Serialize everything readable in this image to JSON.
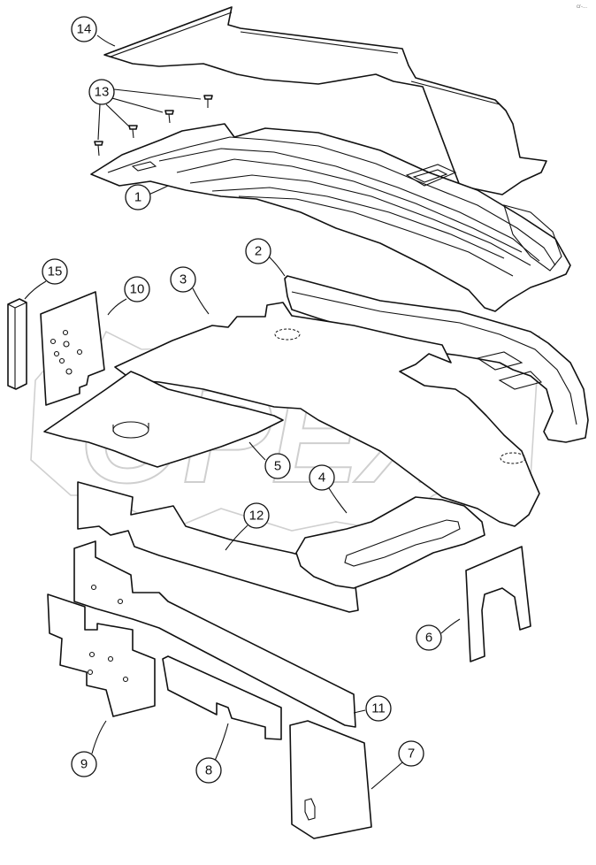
{
  "diagram": {
    "callouts": [
      {
        "id": "c1",
        "label": "1"
      },
      {
        "id": "c2",
        "label": "2"
      },
      {
        "id": "c3",
        "label": "3"
      },
      {
        "id": "c4",
        "label": "4"
      },
      {
        "id": "c5",
        "label": "5"
      },
      {
        "id": "c6",
        "label": "6"
      },
      {
        "id": "c7",
        "label": "7"
      },
      {
        "id": "c8",
        "label": "8"
      },
      {
        "id": "c9",
        "label": "9"
      },
      {
        "id": "c10",
        "label": "10"
      },
      {
        "id": "c11",
        "label": "11"
      },
      {
        "id": "c12",
        "label": "12"
      },
      {
        "id": "c13",
        "label": "13"
      },
      {
        "id": "c14",
        "label": "14"
      },
      {
        "id": "c15",
        "label": "15"
      }
    ],
    "watermark": "OPEX",
    "corner_mark": "cr-..."
  }
}
